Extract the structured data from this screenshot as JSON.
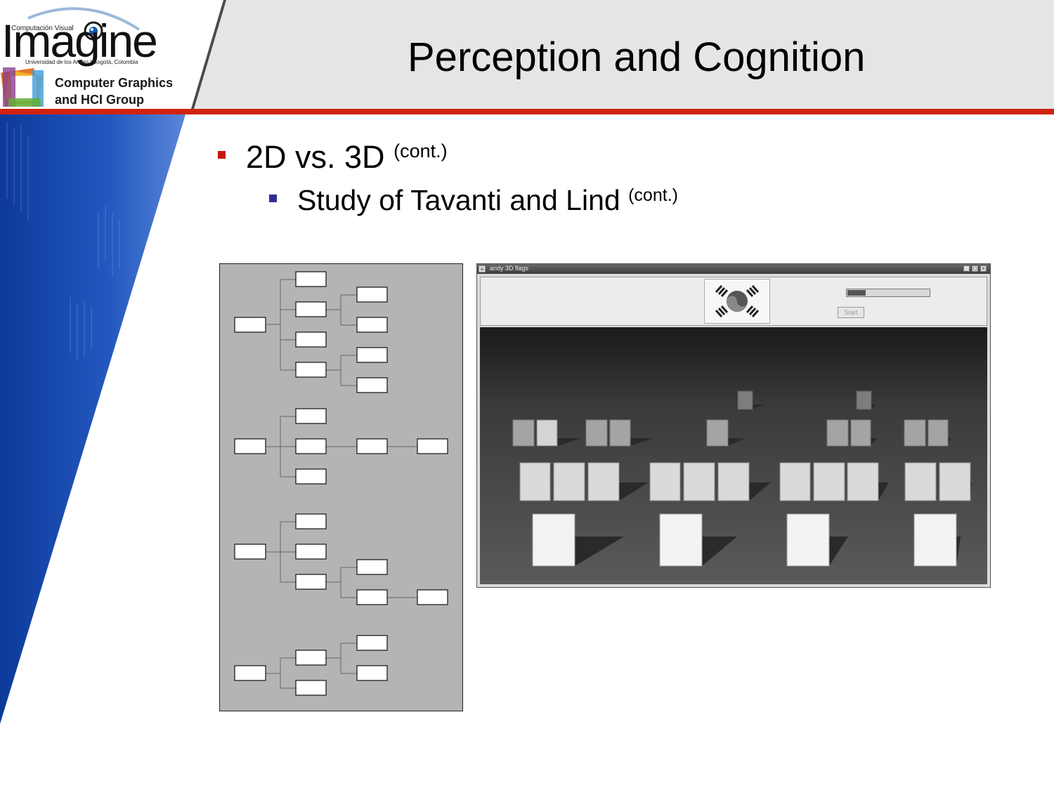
{
  "header": {
    "title": "Perception and Cognition",
    "logo": {
      "top_small": "Computación Visual",
      "wordmark": "Imagine",
      "subtitle": "Universidad de los Andes | Bogotá, Colombia",
      "group_line1": "Computer Graphics",
      "group_line2": "and HCI Group"
    }
  },
  "bullets": {
    "level1": {
      "text": "2D vs. 3D",
      "sup": "(cont.)"
    },
    "level2": {
      "text": "Study of Tavanti and Lind",
      "sup": "(cont.)"
    }
  },
  "window": {
    "title": "andy 3D flags",
    "menu_icon": "menu-icon",
    "buttons": [
      "minimize-icon",
      "maximize-icon",
      "close-icon"
    ],
    "start_label": "Start",
    "progress": 0.22
  },
  "colors": {
    "header_bg": "#e4e5e7",
    "header_rule": "#d0230f",
    "bullet1": "#c4160d",
    "bullet2": "#2e3192",
    "band_blue": "#1a4fb0",
    "tree_bg": "#b4b4b4"
  }
}
